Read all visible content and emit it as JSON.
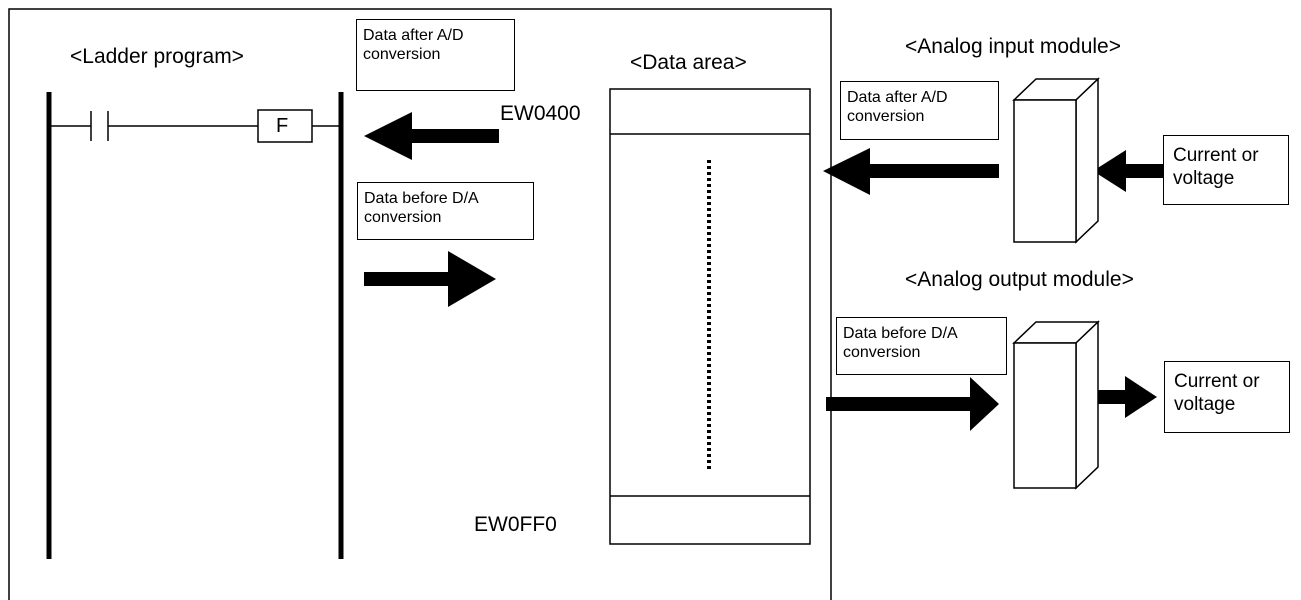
{
  "ladder": {
    "title": "<Ladder program>",
    "function_block": "F"
  },
  "data_area": {
    "title": "<Data area>",
    "start_address": "EW0400",
    "end_address": "EW0FF0"
  },
  "notes": {
    "ad_in_frame": "Data after A/D\nconversion",
    "da_in_frame": "Data before D/A\nconversion",
    "ad_input_side": "Data after A/D\nconversion",
    "da_output_side": "Data before D/A\nconversion"
  },
  "analog_input": {
    "title": "<Analog input module>",
    "signal": "Current or\nvoltage"
  },
  "analog_output": {
    "title": "<Analog output module>",
    "signal": "Current or\nvoltage"
  }
}
